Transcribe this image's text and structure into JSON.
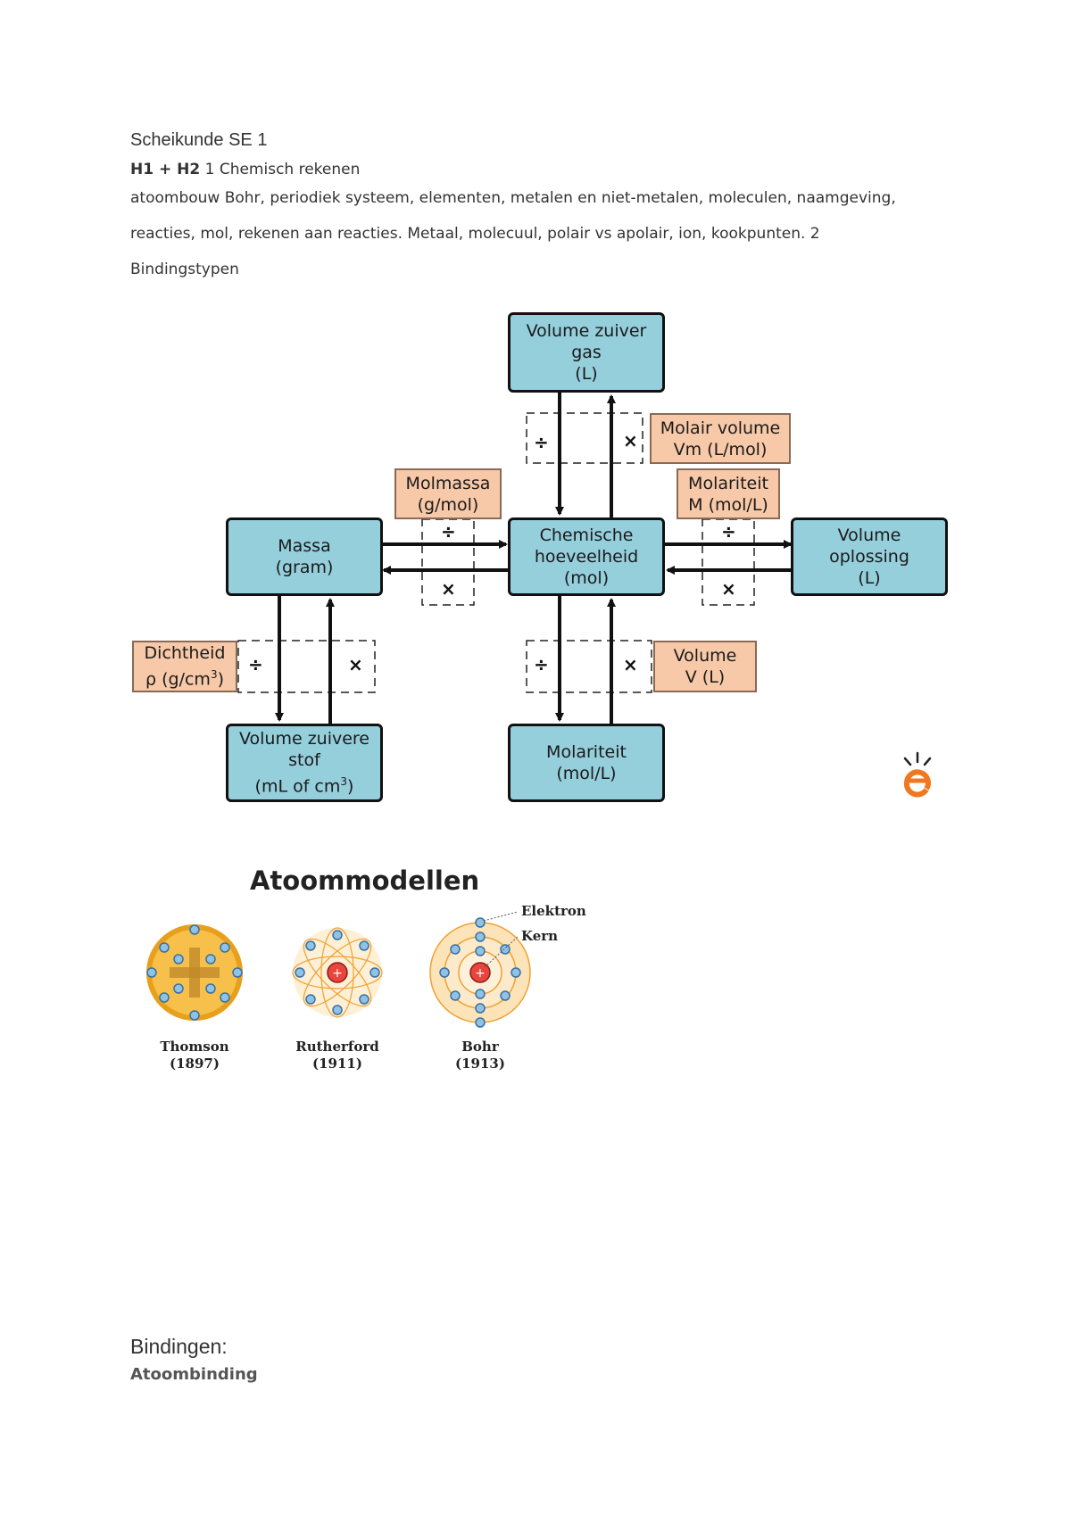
{
  "header": {
    "title": "Scheikunde SE 1",
    "subtitle_bold": "H1 + H2",
    "subtitle_rest": " 1 Chemisch rekenen",
    "line1": "atoombouw Bohr, periodiek systeem, elementen, metalen en niet-metalen, moleculen, naamgeving,",
    "line2": "reacties, mol, rekenen aan reacties. Metaal, molecuul, polair vs apolair, ion, kookpunten. 2",
    "line3": "Bindingstypen"
  },
  "diagram": {
    "gas": [
      "Volume zuiver",
      "gas",
      "(L)"
    ],
    "massa": [
      "Massa",
      "(gram)"
    ],
    "mol": [
      "Chemische",
      "hoeveelheid",
      "(mol)"
    ],
    "oplossing": [
      "Volume",
      "oplossing",
      "(L)"
    ],
    "zuiver": [
      "Volume zuivere",
      "stof",
      "(mL of cm",
      "3",
      ")"
    ],
    "molariteit": [
      "Molariteit",
      "(mol/L)"
    ],
    "molair_volume": [
      "Molair volume",
      "Vm (L/mol)"
    ],
    "molmassa": [
      "Molmassa",
      "(g/mol)"
    ],
    "molariteit_factor": [
      "Molariteit",
      "M (mol/L)"
    ],
    "dichtheid": [
      "Dichtheid",
      "ρ (g/cm",
      "3",
      ")"
    ],
    "volume_factor": [
      "Volume",
      "V (L)"
    ],
    "divide": "÷",
    "multiply": "×"
  },
  "atom_models": {
    "title": "Atoommodellen",
    "label_elektron": "Elektron",
    "label_kern": "Kern",
    "models": [
      {
        "name": "Thomson",
        "year": "(1897)"
      },
      {
        "name": "Rutherford",
        "year": "(1911)"
      },
      {
        "name": "Bohr",
        "year": "(1913)"
      }
    ]
  },
  "bindingen": {
    "heading": "Bindingen:",
    "sub": "Atoombinding"
  },
  "colors": {
    "box_blue": "#95cfdc",
    "box_orange": "#f8c9a8",
    "logo_orange": "#f07820"
  }
}
